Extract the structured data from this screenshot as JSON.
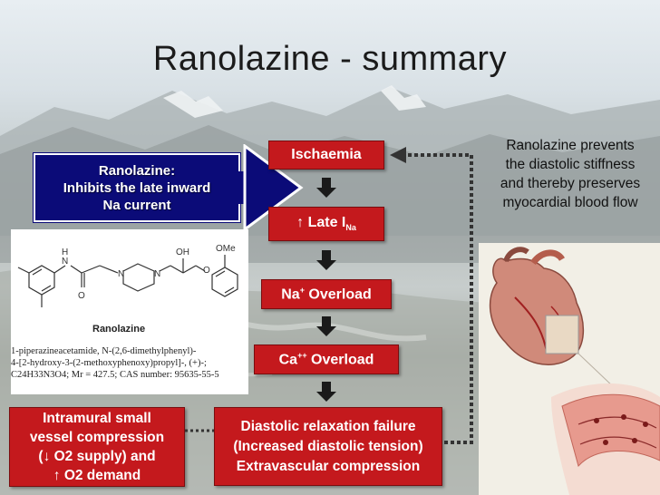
{
  "title": "Ranolazine - summary",
  "left_box": {
    "line1": "Ranolazine:",
    "line2": "Inhibits the late inward",
    "line3": "Na current"
  },
  "flow": {
    "ischaemia": "Ischaemia",
    "late_ina_prefix": "↑ Late I",
    "late_ina_sub": "Na",
    "na_overload_prefix": "Na",
    "na_overload_sup": "+",
    "na_overload_suffix": " Overload",
    "ca_overload_prefix": "Ca",
    "ca_overload_sup": "++",
    "ca_overload_suffix": " Overload"
  },
  "bottom_center_box": {
    "line1": "Diastolic relaxation failure",
    "line2": "(Increased diastolic tension)",
    "line3": "Extravascular compression"
  },
  "bottom_left_box": {
    "line1": "Intramural small",
    "line2": "vessel compression",
    "line3": "(↓ O2 supply) and",
    "line4": "↑ O2 demand"
  },
  "right_note": {
    "line1": "Ranolazine prevents",
    "line2": "the diastolic stiffness",
    "line3": "and thereby preserves",
    "line4": "myocardial blood flow"
  },
  "molecule": {
    "label_nh": "N",
    "label_h": "H",
    "label_o1": "O",
    "label_n1": "N",
    "label_n2": "N",
    "label_oh": "OH",
    "label_o2": "O",
    "label_ome": "OMe",
    "name": "Ranolazine",
    "caption_line1": "1-piperazineacetamide, N-(2,6-dimethylphenyl)-",
    "caption_line2": "4-[2-hydroxy-3-(2-methoxyphenoxy)propyl]-, (+)-;",
    "caption_line3": "C24H33N3O4; Mr = 427.5; CAS number: 95635-55-5"
  },
  "colors": {
    "red_box": "#c4191d",
    "navy_box": "#0b0b78"
  }
}
